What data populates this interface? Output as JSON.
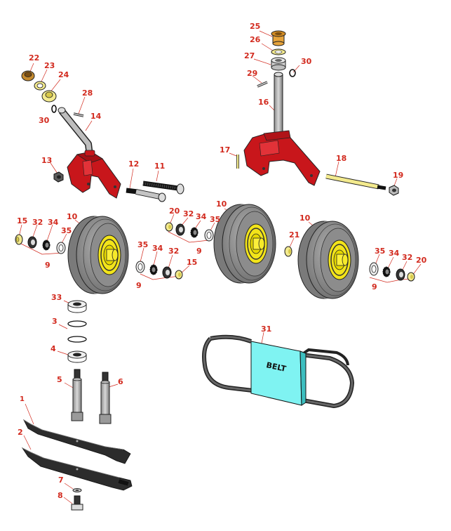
{
  "diagram": {
    "belt_label": "BELT",
    "callouts": [
      {
        "id": "c22",
        "text": "22"
      },
      {
        "id": "c23",
        "text": "23"
      },
      {
        "id": "c24",
        "text": "24"
      },
      {
        "id": "c28",
        "text": "28"
      },
      {
        "id": "c30a",
        "text": "30"
      },
      {
        "id": "c14",
        "text": "14"
      },
      {
        "id": "c13",
        "text": "13"
      },
      {
        "id": "c12",
        "text": "12"
      },
      {
        "id": "c11",
        "text": "11"
      },
      {
        "id": "c25",
        "text": "25"
      },
      {
        "id": "c26",
        "text": "26"
      },
      {
        "id": "c27",
        "text": "27"
      },
      {
        "id": "c30b",
        "text": "30"
      },
      {
        "id": "c29",
        "text": "29"
      },
      {
        "id": "c16",
        "text": "16"
      },
      {
        "id": "c17",
        "text": "17"
      },
      {
        "id": "c18",
        "text": "18"
      },
      {
        "id": "c19",
        "text": "19"
      },
      {
        "id": "c15a",
        "text": "15"
      },
      {
        "id": "c32a",
        "text": "32"
      },
      {
        "id": "c34a",
        "text": "34"
      },
      {
        "id": "c35a",
        "text": "35"
      },
      {
        "id": "c10a",
        "text": "10"
      },
      {
        "id": "c9a",
        "text": "9"
      },
      {
        "id": "c35b",
        "text": "35"
      },
      {
        "id": "c34b",
        "text": "34"
      },
      {
        "id": "c32b",
        "text": "32"
      },
      {
        "id": "c15b",
        "text": "15"
      },
      {
        "id": "c9b",
        "text": "9"
      },
      {
        "id": "c20a",
        "text": "20"
      },
      {
        "id": "c32c",
        "text": "32"
      },
      {
        "id": "c34c",
        "text": "34"
      },
      {
        "id": "c35c",
        "text": "35"
      },
      {
        "id": "c9c",
        "text": "9"
      },
      {
        "id": "c10b",
        "text": "10"
      },
      {
        "id": "c21",
        "text": "21"
      },
      {
        "id": "c10c",
        "text": "10"
      },
      {
        "id": "c35d",
        "text": "35"
      },
      {
        "id": "c34d",
        "text": "34"
      },
      {
        "id": "c32d",
        "text": "32"
      },
      {
        "id": "c20b",
        "text": "20"
      },
      {
        "id": "c9d",
        "text": "9"
      },
      {
        "id": "c33",
        "text": "33"
      },
      {
        "id": "c3",
        "text": "3"
      },
      {
        "id": "c4",
        "text": "4"
      },
      {
        "id": "c5",
        "text": "5"
      },
      {
        "id": "c6",
        "text": "6"
      },
      {
        "id": "c31",
        "text": "31"
      },
      {
        "id": "c1",
        "text": "1"
      },
      {
        "id": "c2",
        "text": "2"
      },
      {
        "id": "c7",
        "text": "7"
      },
      {
        "id": "c8",
        "text": "8"
      }
    ]
  }
}
